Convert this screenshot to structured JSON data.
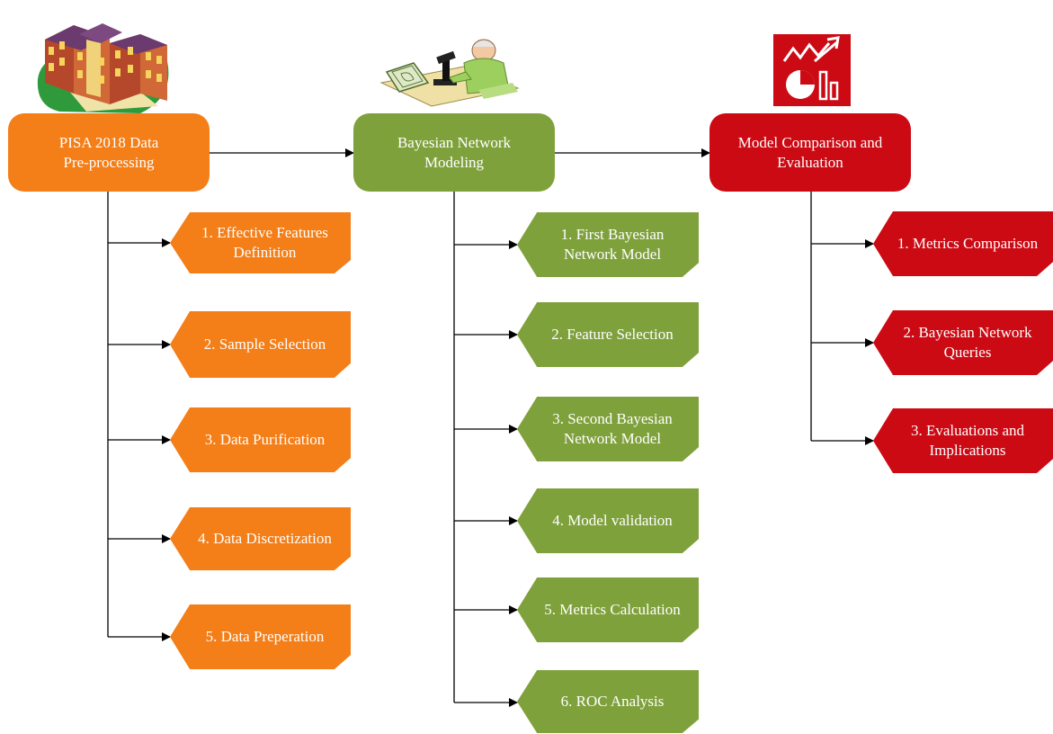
{
  "diagram": {
    "columns": [
      {
        "id": "pisa",
        "title": "PISA 2018 Data\nPre-processing",
        "color": "#f47e17",
        "icon": "school-building-icon",
        "steps": [
          "1. Effective Features\nDefinition",
          "2. Sample Selection",
          "3. Data Purification",
          "4. Data Discretization",
          "5. Data Preperation"
        ]
      },
      {
        "id": "bayes",
        "title": "Bayesian Network\nModeling",
        "color": "#7fa13c",
        "icon": "scientist-microscope-icon",
        "steps": [
          "1. First Bayesian\nNetwork Model",
          "2. Feature Selection",
          "3. Second Bayesian\nNetwork Model",
          "4. Model validation",
          "5. Metrics Calculation",
          "6. ROC Analysis"
        ]
      },
      {
        "id": "eval",
        "title": "Model Comparison and\nEvaluation",
        "color": "#cc0a14",
        "icon": "analytics-chart-icon",
        "steps": [
          "1. Metrics Comparison",
          "2. Bayesian Network\nQueries",
          "3. Evaluations and\nImplications"
        ]
      }
    ]
  }
}
